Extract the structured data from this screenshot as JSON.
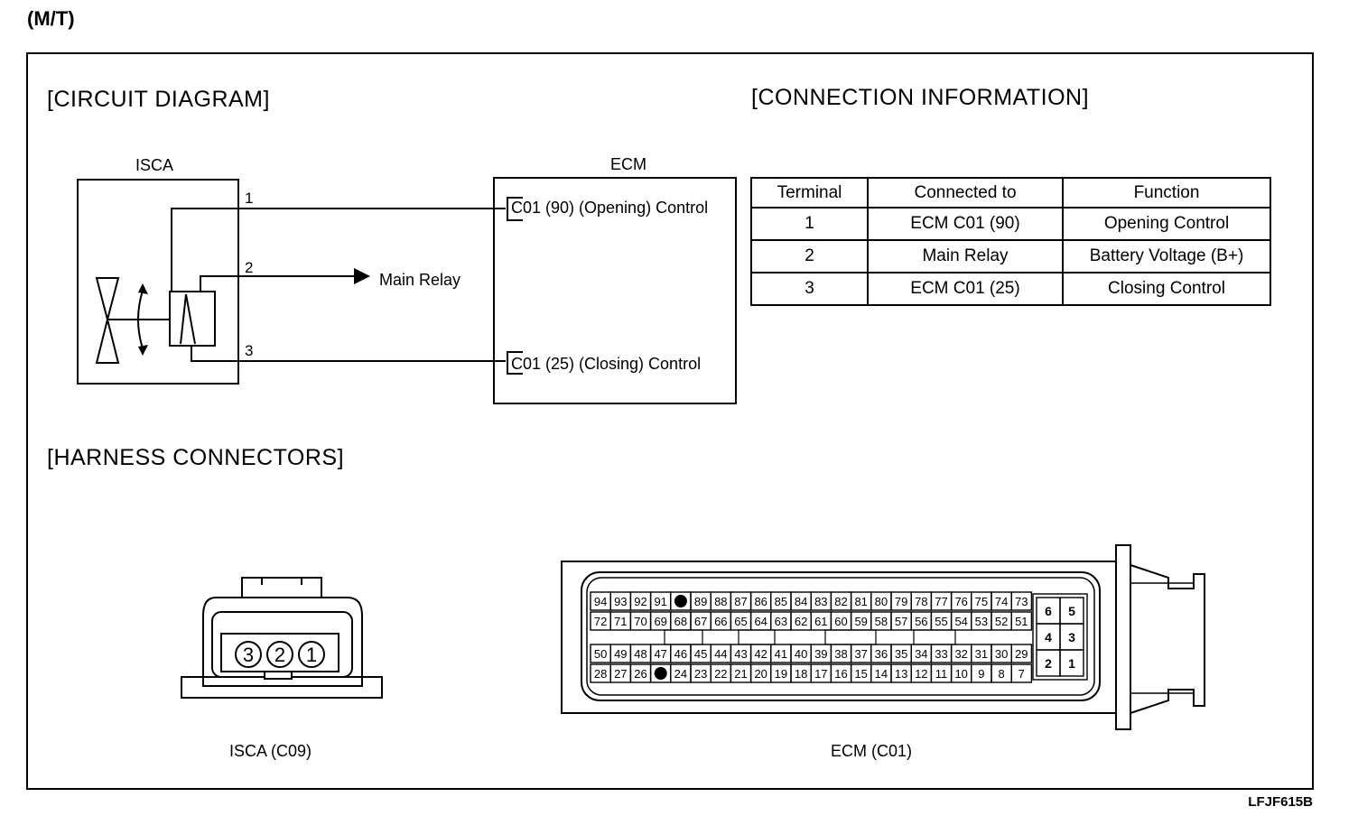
{
  "header": {
    "variant": "(M/T)"
  },
  "sections": {
    "circuit": "[CIRCUIT DIAGRAM]",
    "connection": "[CONNECTION INFORMATION]",
    "harness": "[HARNESS CONNECTORS]"
  },
  "circuit": {
    "isca_label": "ISCA",
    "ecm_label": "ECM",
    "pins": [
      "1",
      "2",
      "3"
    ],
    "main_relay": "Main Relay",
    "ecm_opening": "C01 (90) (Opening) Control",
    "ecm_closing": "C01 (25) (Closing) Control"
  },
  "table": {
    "headers": [
      "Terminal",
      "Connected to",
      "Function"
    ],
    "rows": [
      [
        "1",
        "ECM C01 (90)",
        "Opening Control"
      ],
      [
        "2",
        "Main Relay",
        "Battery Voltage (B+)"
      ],
      [
        "3",
        "ECM C01 (25)",
        "Closing Control"
      ]
    ]
  },
  "connectors": {
    "isca_caption": "ISCA (C09)",
    "isca_pins": [
      "3",
      "2",
      "1"
    ],
    "ecm_caption": "ECM  (C01)",
    "ecm_row1": [
      "94",
      "93",
      "92",
      "91",
      "",
      "89",
      "88",
      "87",
      "86",
      "85",
      "84",
      "83",
      "82",
      "81",
      "80",
      "79",
      "78",
      "77",
      "76",
      "75",
      "74",
      "73"
    ],
    "ecm_row2": [
      "72",
      "71",
      "70",
      "69",
      "68",
      "67",
      "66",
      "65",
      "64",
      "63",
      "62",
      "61",
      "60",
      "59",
      "58",
      "57",
      "56",
      "55",
      "54",
      "53",
      "52",
      "51"
    ],
    "ecm_row3": [
      "50",
      "49",
      "48",
      "47",
      "46",
      "45",
      "44",
      "43",
      "42",
      "41",
      "40",
      "39",
      "38",
      "37",
      "36",
      "35",
      "34",
      "33",
      "32",
      "31",
      "30",
      "29"
    ],
    "ecm_row4": [
      "28",
      "27",
      "26",
      "",
      "24",
      "23",
      "22",
      "21",
      "20",
      "19",
      "18",
      "17",
      "16",
      "15",
      "14",
      "13",
      "12",
      "11",
      "10",
      "9",
      "8",
      "7"
    ],
    "ecm_aux": [
      "6",
      "5",
      "4",
      "3",
      "2",
      "1"
    ]
  },
  "footer": {
    "code": "LFJF615B"
  }
}
